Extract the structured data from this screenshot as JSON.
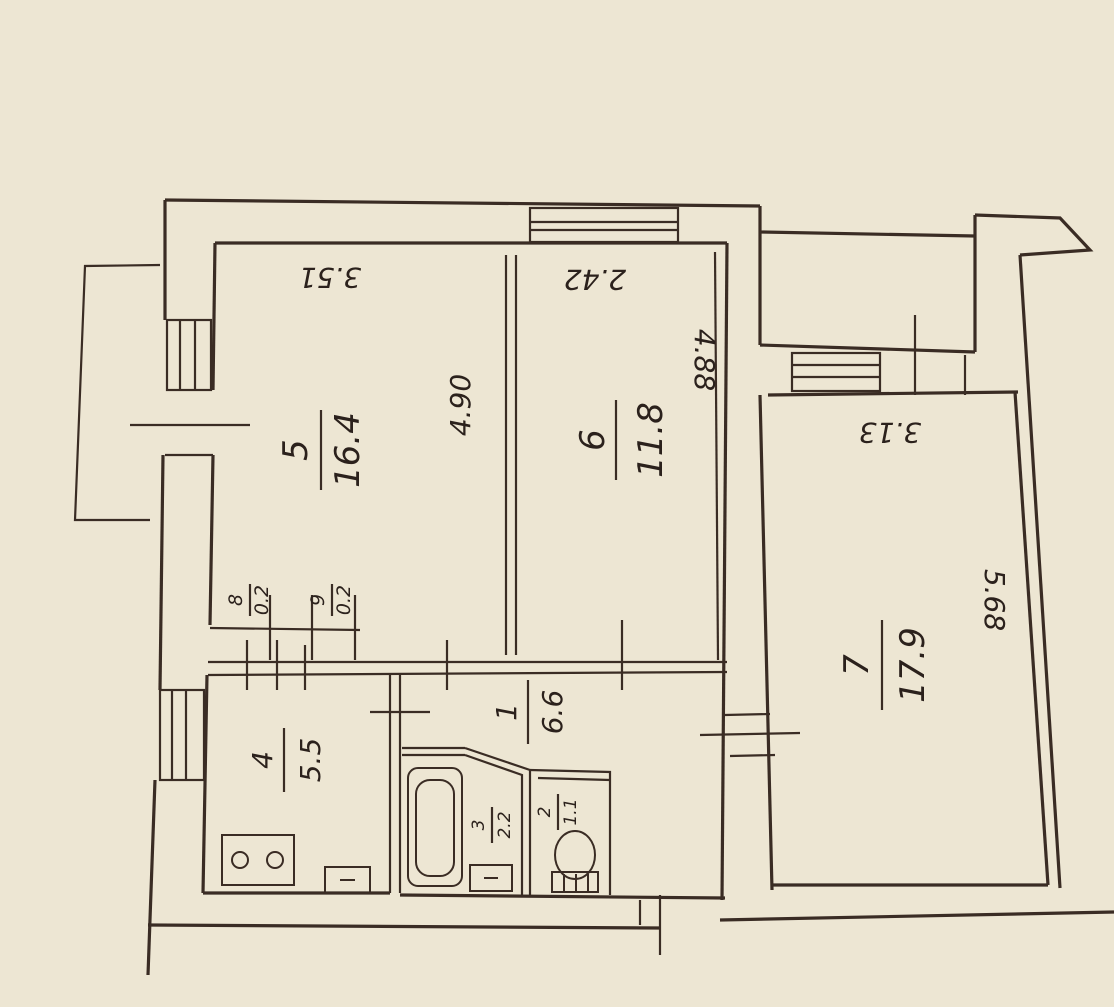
{
  "rooms": {
    "r1": {
      "number": "1",
      "area": "6.6"
    },
    "r2": {
      "number": "2",
      "area": "1.1"
    },
    "r3": {
      "number": "3",
      "area": "2.2"
    },
    "r4": {
      "number": "4",
      "area": "5.5"
    },
    "r5": {
      "number": "5",
      "area": "16.4"
    },
    "r6": {
      "number": "6",
      "area": "11.8"
    },
    "r7": {
      "number": "7",
      "area": "17.9"
    },
    "r8": {
      "number": "8",
      "area": "0.2"
    },
    "r9": {
      "number": "9",
      "area": "0.2"
    }
  },
  "dims": {
    "r5_width": "3.51",
    "r5_length": "4.90",
    "r6_width": "2.42",
    "r6_length": "4.88",
    "r7_width": "3.13",
    "r7_length": "5.68"
  }
}
